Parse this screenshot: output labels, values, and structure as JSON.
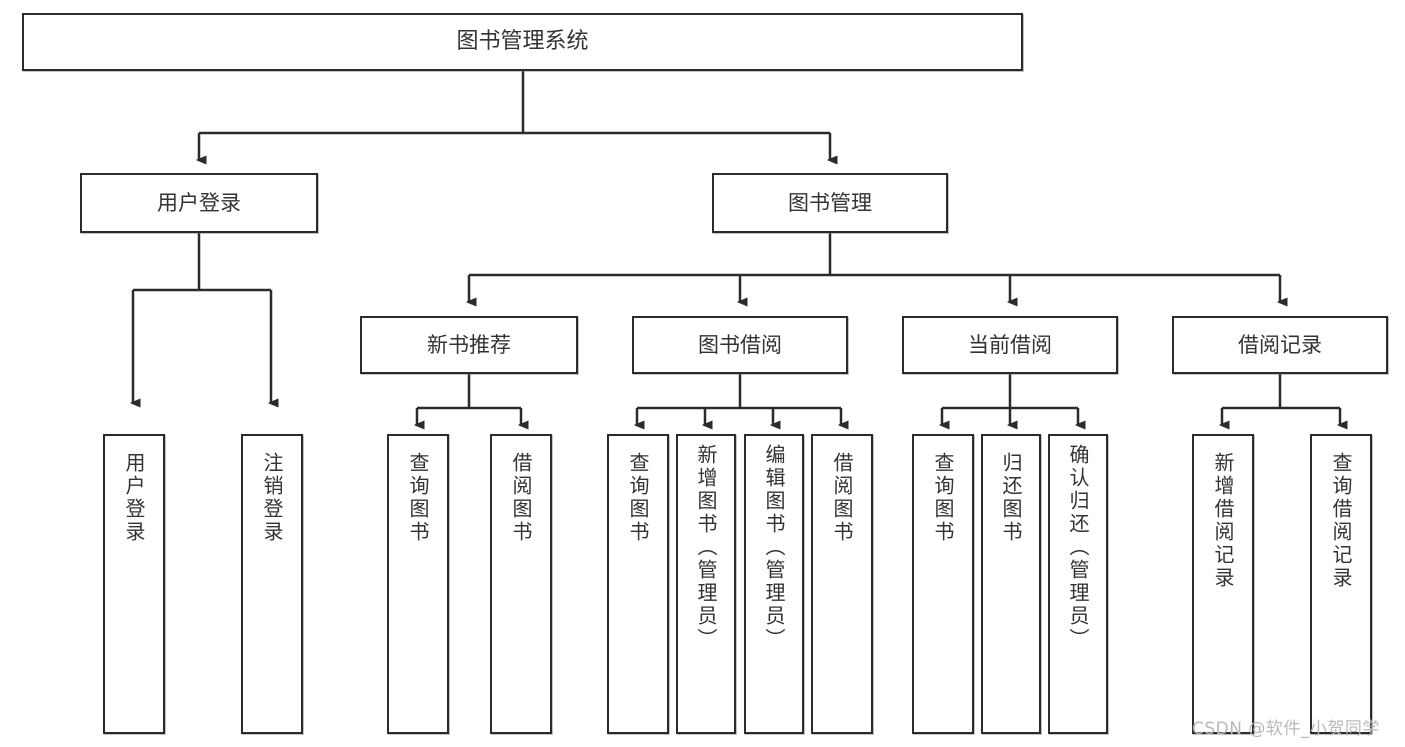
{
  "diagram": {
    "type": "tree",
    "title": "图书管理系统",
    "watermark": "CSDN @软件_小贺同学",
    "colors": {
      "border": "#2b2b2b",
      "text": "#333333",
      "background": "#ffffff",
      "watermark": "#b9b9b9"
    },
    "root": {
      "label": "图书管理系统"
    },
    "level1": [
      {
        "label": "用户登录"
      },
      {
        "label": "图书管理"
      }
    ],
    "level2": [
      {
        "label": "新书推荐"
      },
      {
        "label": "图书借阅"
      },
      {
        "label": "当前借阅"
      },
      {
        "label": "借阅记录"
      }
    ],
    "leaves": {
      "user_login": [
        {
          "label": "用户登录"
        },
        {
          "label": "注销登录"
        }
      ],
      "new_book_recommend": [
        {
          "label": "查询图书"
        },
        {
          "label": "借阅图书"
        }
      ],
      "book_borrow": [
        {
          "label": "查询图书"
        },
        {
          "label": "新增图书（管理员）"
        },
        {
          "label": "编辑图书（管理员）"
        },
        {
          "label": "借阅图书"
        }
      ],
      "current_borrow": [
        {
          "label": "查询图书"
        },
        {
          "label": "归还图书"
        },
        {
          "label": "确认归还（管理员）"
        }
      ],
      "borrow_record": [
        {
          "label": "新增借阅记录"
        },
        {
          "label": "查询借阅记录"
        }
      ]
    }
  }
}
